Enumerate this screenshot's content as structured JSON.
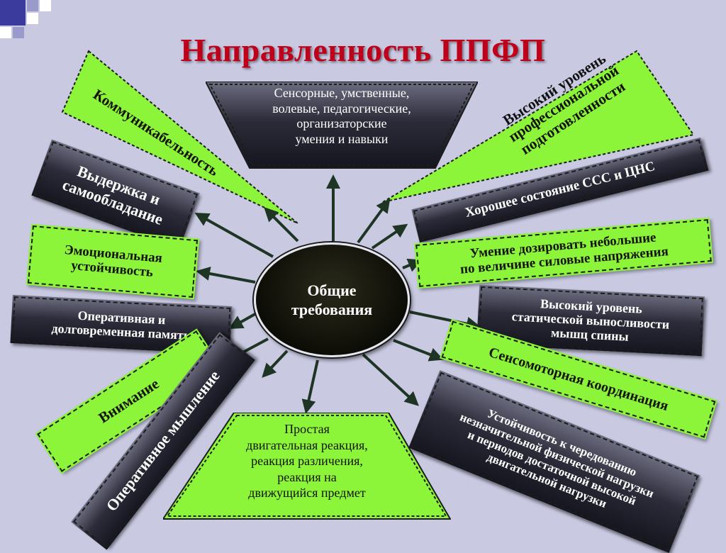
{
  "title": "Направленность ППФП",
  "center": {
    "line1": "Общие",
    "line2": "требования"
  },
  "items": {
    "sensory": [
      "Сенсорные, умственные,",
      "волевые, педагогические,",
      "организаторские",
      "умения и навыки"
    ],
    "communicativeness": "Коммуникабельность",
    "prof_level": [
      "Высокий уровень",
      "профессиональной",
      "подготовленности"
    ],
    "endurance_self_control": [
      "Выдержка и",
      "самообладание"
    ],
    "emotional_stability": [
      "Эмоциональная",
      "устойчивость"
    ],
    "memory": [
      "Оперативная и",
      "долговременная память"
    ],
    "attention": "Внимание",
    "thinking": "Оперативное мышление",
    "reaction": [
      "Простая",
      "двигательная реакция,",
      "реакция различения,",
      "реакция на",
      "движущийся предмет"
    ],
    "good_state": "Хорошее состояние ССС и ЦНС",
    "dosing": [
      "Умение дозировать небольшие",
      "по величине силовые напряжения"
    ],
    "static_endurance": [
      "Высокий уровень",
      "статической выносливости",
      "мышц спины"
    ],
    "sensomotor": "Сенсомоторная координация",
    "alternation": [
      "Устойчивость к чередованию",
      "незначительной физической нагрузки",
      "и периодов достаточной высокой",
      "двигательной нагрузки"
    ]
  },
  "colors": {
    "title": "#c0001a",
    "green": "#8cf53a",
    "dark": "#1c1c28",
    "arrow": "#1f3524",
    "background": "#c9cae2"
  }
}
